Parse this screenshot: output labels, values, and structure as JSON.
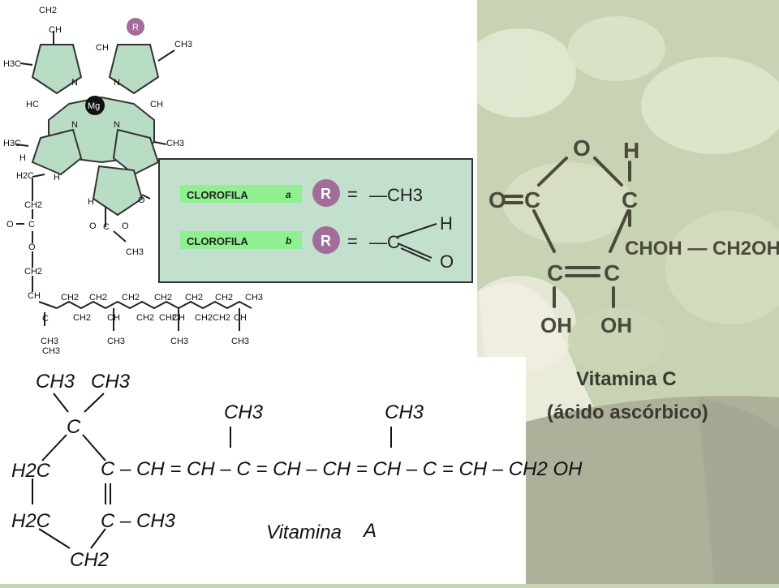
{
  "chlorophyll": {
    "atoms": {
      "ch2_top": "CH2",
      "ch_vinyl": "CH",
      "r_badge": "R",
      "ch3_tr": "CH3",
      "h3c_left": "H3C",
      "ch_top": "CH",
      "n_tl": "N",
      "n_tr": "N",
      "mg": "Mg",
      "hc_left": "HC",
      "ch_right": "CH",
      "n_bl": "N",
      "n_br": "N",
      "h3c_left2": "H3C",
      "h_left": "H",
      "ch3_right": "CH3",
      "h_lower": "H",
      "h2c_chain": "H2C",
      "h_keto": "H",
      "o_keto": "O",
      "ch2_chain1": "CH2",
      "c_ester": "C",
      "o_carbonyl": "O",
      "o_ester": "O",
      "c_ester2": "C",
      "o_ester2": "O",
      "o_methyl": "O",
      "ch3_methyl": "CH3",
      "ch2_chain2": "CH2",
      "ch_chain": "CH",
      "c_phytyl": "C",
      "ch3_phytyl": "CH3"
    },
    "phytyl": {
      "top": [
        "CH2",
        "CH2",
        "CH2",
        "CH2",
        "CH2",
        "CH2",
        "CH3"
      ],
      "mid": [
        "CH2",
        "CH",
        "CH2",
        "CH2",
        "CH",
        "CH2",
        "CH2",
        "CH"
      ],
      "bottom": [
        "CH3",
        "CH3",
        "CH3",
        "CH3"
      ]
    },
    "legend": {
      "a_label": "CLOROFILA",
      "a_letter": "a",
      "a_r": "R",
      "a_group": "—CH3",
      "b_label": "CLOROFILA",
      "b_letter": "b",
      "b_r": "R",
      "b_group": "—C",
      "b_h": "H",
      "b_o": "O",
      "eq": "="
    }
  },
  "vitamin_c": {
    "atoms": {
      "o_ring": "O",
      "h_top": "H",
      "o_left": "O",
      "c_left": "C",
      "c_right": "C",
      "chain": "CHOH — CH2OH",
      "c_bl": "C",
      "c_br": "C",
      "oh_l": "OH",
      "oh_r": "OH"
    },
    "title": "Vitamina C",
    "subtitle": "(ácido ascórbico)"
  },
  "vitamin_a": {
    "atoms": {
      "ch3_a": "CH3",
      "ch3_b": "CH3",
      "c_top": "C",
      "h2c_1": "H2C",
      "h2c_2": "H2C",
      "ch2_bottom": "CH2",
      "c_eq": "C",
      "ch3_ring": "C – CH3",
      "ch3_m1": "CH3",
      "ch3_m2": "CH3"
    },
    "chain": "C – CH = CH – C = CH – CH = CH – C = CH – CH2 OH",
    "title": "Vitamina",
    "letter": "A"
  },
  "colors": {
    "ring_fill": "#b9dcc5",
    "legend_fill": "#c3dfcd",
    "label_green": "#8ff08f",
    "r_purple": "#a16d99"
  }
}
